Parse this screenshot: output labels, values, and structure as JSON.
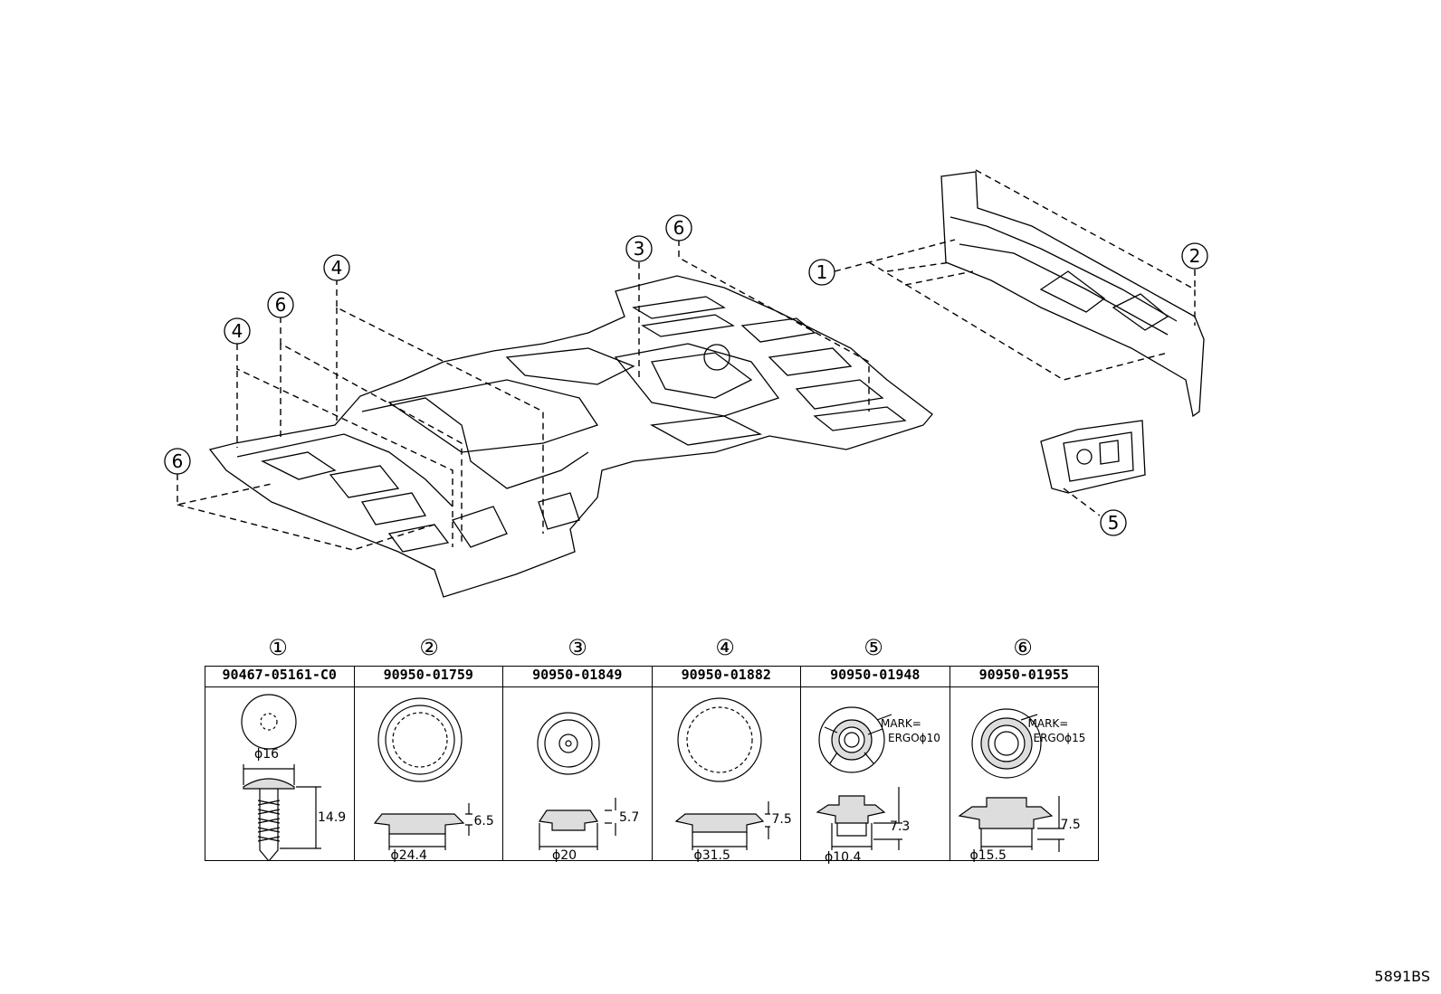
{
  "callouts": {
    "main": [
      "6",
      "4",
      "6",
      "4",
      "3",
      "6",
      "1",
      "2",
      "5"
    ],
    "table": [
      "①",
      "②",
      "③",
      "④",
      "⑤",
      "⑥"
    ]
  },
  "parts": [
    {
      "num": "1",
      "part_no": "90467-05161-C0",
      "dims": {
        "dia": "ϕ16",
        "h": "14.9"
      }
    },
    {
      "num": "2",
      "part_no": "90950-01759",
      "dims": {
        "dia": "ϕ24.4",
        "h": "6.5"
      }
    },
    {
      "num": "3",
      "part_no": "90950-01849",
      "dims": {
        "dia": "ϕ20",
        "h": "5.7"
      }
    },
    {
      "num": "4",
      "part_no": "90950-01882",
      "dims": {
        "dia": "ϕ31.5",
        "h": "7.5"
      }
    },
    {
      "num": "5",
      "part_no": "90950-01948",
      "dims": {
        "dia": "ϕ10.4",
        "h": "7.3"
      },
      "mark": [
        "MARK=",
        "ERGOϕ10"
      ]
    },
    {
      "num": "6",
      "part_no": "90950-01955",
      "dims": {
        "dia": "ϕ15.5",
        "h": "7.5"
      },
      "mark": [
        "MARK=",
        "ERGOϕ15"
      ]
    }
  ],
  "diagram_code": "5891BS"
}
